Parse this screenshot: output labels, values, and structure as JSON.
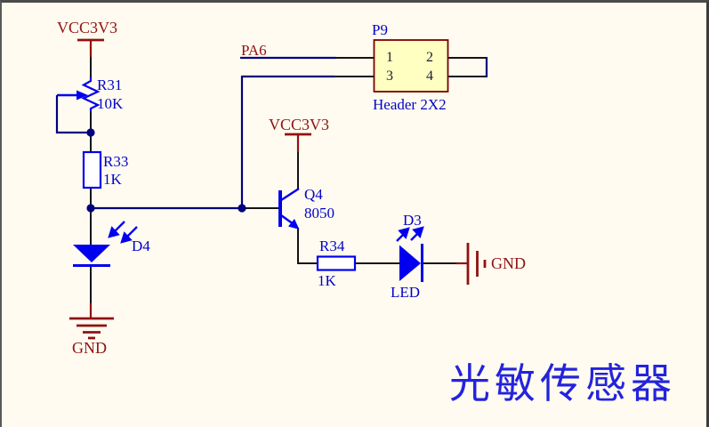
{
  "schematic_title": "光敏传感器",
  "colors": {
    "background": "#FFFBF0",
    "wire_navy": "#000080",
    "wire_black": "#141414",
    "component_blue": "#0000EE",
    "designator_blue": "#0004C8",
    "power_red": "#8F1212",
    "header_fill": "#FFFFC2",
    "header_border": "#7B0000",
    "title_blue": "#2323DD"
  },
  "power": {
    "vcc_left_label": "VCC3V3",
    "vcc_q4_label": "VCC3V3",
    "gnd_left_label": "GND",
    "gnd_right_label": "GND"
  },
  "net_labels": {
    "pa6": "PA6"
  },
  "components": {
    "r31": {
      "designator": "R31",
      "value": "10K",
      "type": "potentiometer"
    },
    "r33": {
      "designator": "R33",
      "value": "1K",
      "type": "resistor"
    },
    "r34": {
      "designator": "R34",
      "value": "1K",
      "type": "resistor"
    },
    "d4": {
      "designator": "D4",
      "type": "photodiode"
    },
    "d3": {
      "designator": "D3",
      "value": "LED",
      "type": "led"
    },
    "q4": {
      "designator": "Q4",
      "value": "8050",
      "type": "npn-transistor"
    },
    "p9": {
      "designator": "P9",
      "value": "Header 2X2",
      "type": "connector-2x2",
      "pins": [
        "1",
        "2",
        "3",
        "4"
      ]
    }
  }
}
